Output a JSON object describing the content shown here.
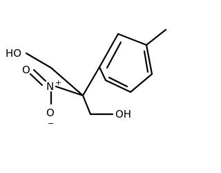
{
  "molecule": {
    "atoms": {
      "hydroxyl_top": "HO",
      "hydroxyl_bottom": "OH",
      "nitro_n": "N",
      "nitro_o": "O",
      "nitro_n_charge": "+",
      "nitro_o_charge": "−"
    }
  }
}
